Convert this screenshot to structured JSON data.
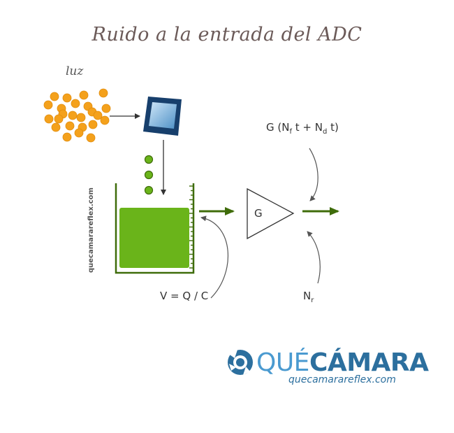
{
  "title": "Ruido a la entrada del ADC",
  "light_label": "luz",
  "gain": "G",
  "formula_top": {
    "prefix": "G (N",
    "sub1": "f",
    "mid": " t + N",
    "sub2": "d",
    "suffix": " t)"
  },
  "formula_v": "V = Q / C",
  "formula_nr": {
    "base": "N",
    "sub": "r"
  },
  "watermark": "quecamarareflex.com",
  "brand": {
    "que": "QUÉ",
    "camara": "CÁMARA",
    "url": "quecamarareflex.com"
  },
  "colors": {
    "photon": "#f4a11c",
    "electron": "#6ab41a",
    "well_fill": "#6ab41a",
    "arrow_green": "#3f6c0a",
    "sensor": "#1d4a7a",
    "brand": "#2c6f9e"
  }
}
